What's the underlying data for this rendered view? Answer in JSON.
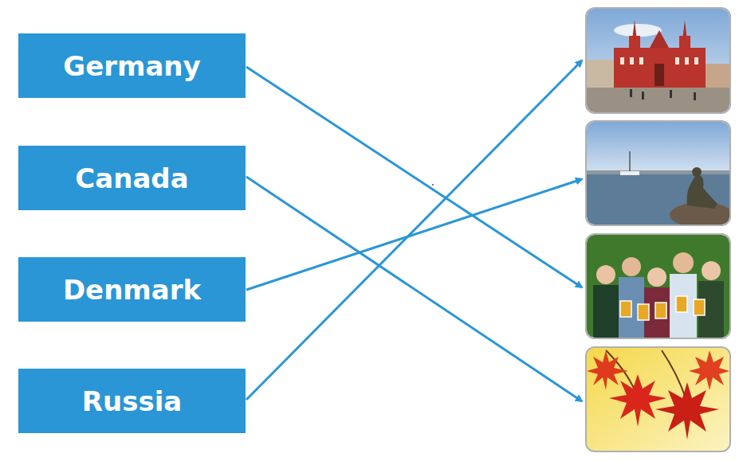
{
  "diagram": {
    "nodes": [
      {
        "text": [
          "Germany"
        ]
      },
      {
        "text": [
          "Canada"
        ]
      },
      {
        "text": [
          "Denmark"
        ]
      },
      {
        "text": [
          "Russia"
        ]
      }
    ]
  }
}
